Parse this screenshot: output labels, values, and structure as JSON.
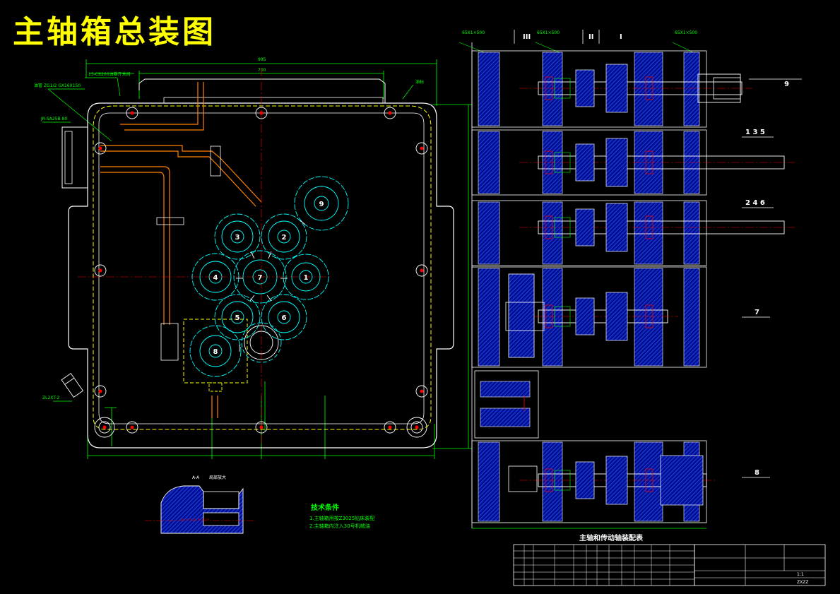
{
  "drawing": {
    "title": "主轴箱总装图",
    "section_labels": {
      "aa": "A-A",
      "aa_note": "局部放大",
      "ii": "II",
      "i": "I",
      "iii": "III"
    },
    "tech": {
      "heading": "技术条件",
      "line1": "1.主轴箱用按Z3025钻床装配",
      "line2": "2.主轴箱内注入30号机械油"
    },
    "table_title": "主轴和传动轴装配表",
    "right_labels": {
      "r9": "9",
      "r135": "1 3 5",
      "r246": "2 4 6",
      "r7": "7",
      "r8": "8"
    },
    "gear_numbers": [
      "3",
      "2",
      "4",
      "7",
      "1",
      "5",
      "6",
      "8",
      "9"
    ],
    "shaft_marks": {
      "s1": "1",
      "s2": "2",
      "s3": "3",
      "s4": "4"
    },
    "title_block": {
      "scale": "1:1",
      "code": "ZXZZ"
    }
  },
  "colors": {
    "frame": "#00ff00",
    "housing": "#ffffff",
    "hidden": "#ffff00",
    "center": "#ff0000",
    "gear": "#00ffff",
    "hatch": "#0000ff",
    "pipe": "#ff8000"
  }
}
